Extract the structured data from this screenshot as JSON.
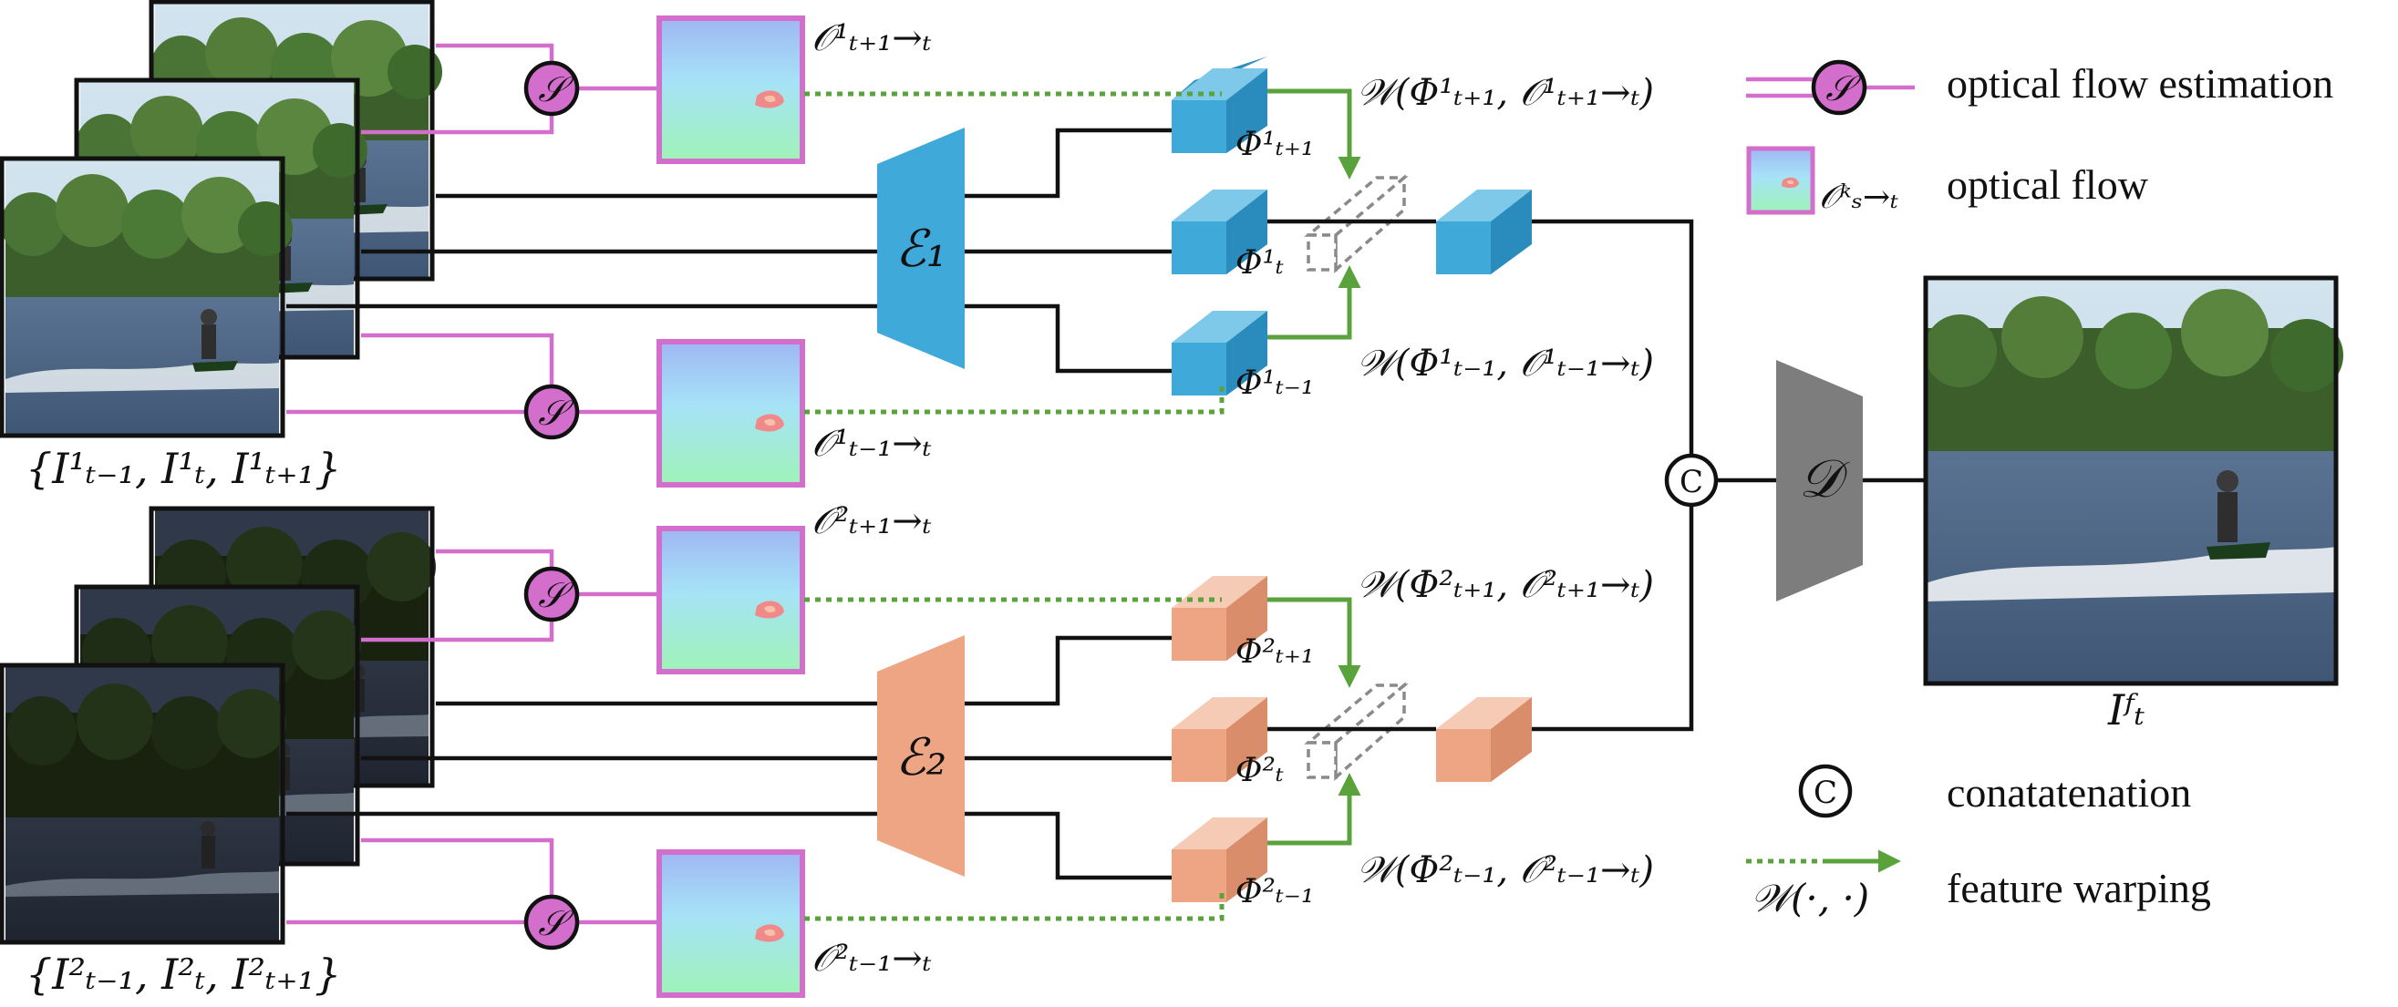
{
  "colors": {
    "encoder1": "#3fa9d9",
    "encoder2": "#eda584",
    "decoder": "#7d7d7d",
    "flow_estimation": "#d46ecc",
    "warp_arrow": "#5aa33c"
  },
  "stream1": {
    "encoder_label": "ℰ₁",
    "frames_label": "{I¹ₜ₋₁, I¹ₜ, I¹ₜ₊₁}",
    "flow_estimator_label": "𝒮",
    "flow_top_label": "𝒪¹ₜ₊₁→ₜ",
    "flow_bottom_label": "𝒪¹ₜ₋₁→ₜ",
    "feature_top_label": "Φ¹ₜ₊₁",
    "feature_mid_label": "Φ¹ₜ",
    "feature_bottom_label": "Φ¹ₜ₋₁",
    "warp_top_label": "𝒲(Φ¹ₜ₊₁, 𝒪¹ₜ₊₁→ₜ)",
    "warp_bottom_label": "𝒲(Φ¹ₜ₋₁, 𝒪¹ₜ₋₁→ₜ)"
  },
  "stream2": {
    "encoder_label": "ℰ₂",
    "frames_label": "{I²ₜ₋₁, I²ₜ, I²ₜ₊₁}",
    "flow_estimator_label": "𝒮",
    "flow_top_label": "𝒪²ₜ₊₁→ₜ",
    "flow_bottom_label": "𝒪²ₜ₋₁→ₜ",
    "feature_top_label": "Φ²ₜ₊₁",
    "feature_mid_label": "Φ²ₜ",
    "feature_bottom_label": "Φ²ₜ₋₁",
    "warp_top_label": "𝒲(Φ²ₜ₊₁, 𝒪²ₜ₊₁→ₜ)",
    "warp_bottom_label": "𝒲(Φ²ₜ₋₁, 𝒪²ₜ₋₁→ₜ)"
  },
  "concat_symbol": "C",
  "decoder_label": "𝒟",
  "output_label": "Iᶠₜ",
  "legend": {
    "flow_estimation_symbol": "𝒮",
    "flow_estimation_text": "optical flow estimation",
    "optical_flow_symbol": "𝒪ᵏₛ→ₜ",
    "optical_flow_text": "optical flow",
    "concat_symbol": "C",
    "concat_text": "conatatenation",
    "warp_symbol": "𝒲(·, ·)",
    "warp_text": "feature warping"
  }
}
